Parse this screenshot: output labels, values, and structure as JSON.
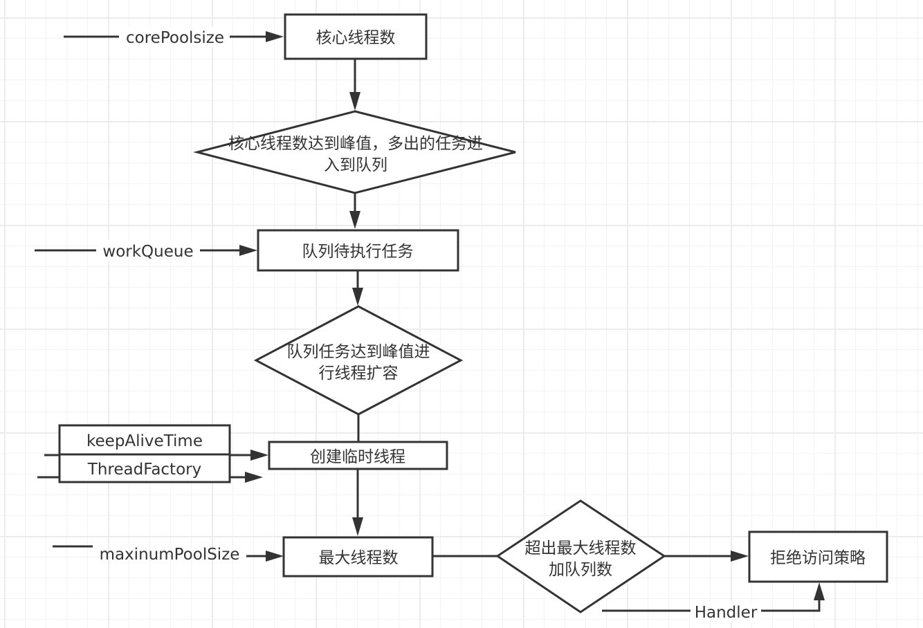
{
  "diagram": {
    "type": "flowchart",
    "title": "",
    "nodes": {
      "core_threads": {
        "label": "核心线程数"
      },
      "core_full_decision": {
        "line1": "核心线程数达到峰值，多出的任务进",
        "line2": "入到队列"
      },
      "queue_tasks": {
        "label": "队列待执行任务"
      },
      "queue_full_decision": {
        "line1": "队列任务达到峰值进",
        "line2": "行线程扩容"
      },
      "create_temp_threads": {
        "label": "创建临时线程"
      },
      "params_box": {
        "row1": "keepAliveTime",
        "row2": "ThreadFactory"
      },
      "max_threads": {
        "label": "最大线程数"
      },
      "over_max_decision": {
        "line1": "超出最大线程数",
        "line2": "加队列数"
      },
      "reject_policy": {
        "label": "拒绝访问策略"
      }
    },
    "edge_labels": {
      "core_pool_size": "corePoolsize",
      "work_queue": "workQueue",
      "max_pool_size": "maxinumPoolSize",
      "handler": "Handler"
    },
    "edges": [
      {
        "from": "corePoolsize",
        "to": "core_threads"
      },
      {
        "from": "core_threads",
        "to": "core_full_decision"
      },
      {
        "from": "core_full_decision",
        "to": "queue_tasks"
      },
      {
        "from": "workQueue",
        "to": "queue_tasks"
      },
      {
        "from": "queue_tasks",
        "to": "queue_full_decision"
      },
      {
        "from": "queue_full_decision",
        "to": "create_temp_threads"
      },
      {
        "from": "keepAliveTime",
        "to": "create_temp_threads"
      },
      {
        "from": "ThreadFactory",
        "to": "create_temp_threads"
      },
      {
        "from": "create_temp_threads",
        "to": "max_threads"
      },
      {
        "from": "maxinumPoolSize",
        "to": "max_threads"
      },
      {
        "from": "max_threads",
        "to": "over_max_decision"
      },
      {
        "from": "over_max_decision",
        "to": "reject_policy"
      },
      {
        "from": "Handler",
        "to": "reject_policy"
      }
    ]
  },
  "colors": {
    "stroke": "#333333",
    "text": "#333333",
    "grid": "#ececec",
    "background": "#ffffff"
  }
}
